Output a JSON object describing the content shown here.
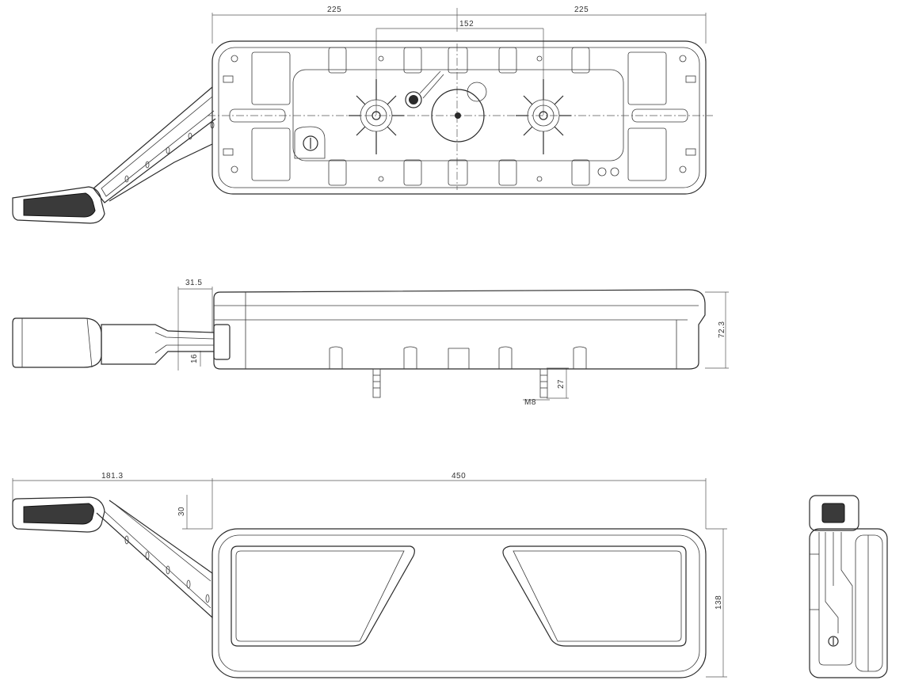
{
  "drawing": {
    "views": [
      "top-view",
      "side-view",
      "front-view",
      "end-view"
    ],
    "top_view": {
      "dims": {
        "left_half": "225",
        "right_half": "225",
        "bolt_spacing": "152"
      }
    },
    "side_view": {
      "dims": {
        "arm_offset": "31.5",
        "arm_height": "16",
        "depth": "72.3",
        "bolt_length": "27",
        "thread": "M8"
      }
    },
    "front_view": {
      "dims": {
        "arm_reach": "181.3",
        "width": "450",
        "arm_rise": "30",
        "height": "138"
      }
    }
  }
}
